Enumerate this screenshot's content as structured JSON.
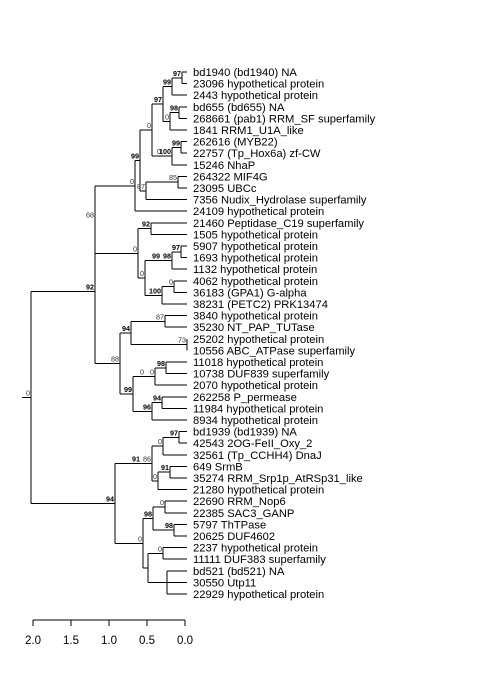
{
  "tree": {
    "scale_bar": {
      "ticks": [
        "2.0",
        "1.5",
        "1.0",
        "0.5",
        "0.0"
      ]
    },
    "leaves": [
      "bd1940 (bd1940) NA",
      "23096 hypothetical protein",
      "2443 hypothetical protein",
      "bd655 (bd655) NA",
      "268661 (pab1) RRM_SF superfamily",
      "1841 RRM1_U1A_like",
      "262616 (MYB22)",
      "22757 (Tp_Hox6a) zf-CW",
      "15246 NhaP",
      "264322 MIF4G",
      "23095 UBCc",
      "7356 Nudix_Hydrolase superfamily",
      "24109 hypothetical protein",
      "21460 Peptidase_C19 superfamily",
      "1505 hypothetical protein",
      "5907 hypothetical protein",
      "1693 hypothetical protein",
      "1132 hypothetical protein",
      "4062 hypothetical protein",
      "36183 (GPA1) G-alpha",
      "38231 (PETC2) PRK13474",
      "3840 hypothetical protein",
      "35230 NT_PAP_TUTase",
      "25202 hypothetical protein",
      "10556 ABC_ATPase superfamily",
      "11018 hypothetical protein",
      "10738 DUF839 superfamily",
      "2070 hypothetical protein",
      "262258 P_permease",
      "11984 hypothetical protein",
      "8934 hypothetical protein",
      "bd1939 (bd1939) NA",
      "42543 2OG-FeII_Oxy_2",
      "32561 (Tp_CCHH4) DnaJ",
      "649 SrmB",
      "35274 RRM_Srp1p_AtRSp31_like",
      "21280 hypothetical protein",
      "22690 RRM_Nop6",
      "22385 SAC3_GANP",
      "5797 ThTPase",
      "20625 DUF4602",
      "2237 hypothetical protein",
      "11111 DUF383 superfamily",
      "bd521 (bd521) NA",
      "30550 Utp11",
      "22929 hypothetical protein"
    ],
    "supports": [
      {
        "v": "97",
        "bold": true
      },
      {
        "v": "99",
        "bold": true
      },
      {
        "v": "97",
        "bold": true
      },
      {
        "v": "98",
        "bold": true
      },
      {
        "v": "0",
        "bold": false
      },
      {
        "v": "0",
        "bold": false
      },
      {
        "v": "99",
        "bold": true
      },
      {
        "v": "100",
        "bold": true
      },
      {
        "v": "0",
        "bold": false
      },
      {
        "v": "99",
        "bold": true
      },
      {
        "v": "85",
        "bold": false
      },
      {
        "v": "0",
        "bold": false
      },
      {
        "v": "87",
        "bold": false
      },
      {
        "v": "68",
        "bold": false
      },
      {
        "v": "92",
        "bold": true
      },
      {
        "v": "97",
        "bold": true
      },
      {
        "v": "0",
        "bold": false
      },
      {
        "v": "98",
        "bold": true
      },
      {
        "v": "99",
        "bold": true
      },
      {
        "v": "0",
        "bold": false
      },
      {
        "v": "0",
        "bold": false
      },
      {
        "v": "92",
        "bold": true
      },
      {
        "v": "100",
        "bold": true
      },
      {
        "v": "87",
        "bold": false
      },
      {
        "v": "94",
        "bold": true
      },
      {
        "v": "73",
        "bold": false
      },
      {
        "v": "88",
        "bold": false
      },
      {
        "v": "98",
        "bold": true
      },
      {
        "v": "0",
        "bold": false
      },
      {
        "v": "0",
        "bold": false
      },
      {
        "v": "99",
        "bold": true
      },
      {
        "v": "94",
        "bold": true
      },
      {
        "v": "96",
        "bold": true
      },
      {
        "v": "97",
        "bold": true
      },
      {
        "v": "0",
        "bold": false
      },
      {
        "v": "86",
        "bold": false
      },
      {
        "v": "91",
        "bold": true
      },
      {
        "v": "91",
        "bold": true
      },
      {
        "v": "0",
        "bold": false
      },
      {
        "v": "94",
        "bold": true
      },
      {
        "v": "0",
        "bold": false
      },
      {
        "v": "98",
        "bold": true
      },
      {
        "v": "98",
        "bold": true
      },
      {
        "v": "0",
        "bold": false
      },
      {
        "v": "0",
        "bold": false
      }
    ]
  }
}
